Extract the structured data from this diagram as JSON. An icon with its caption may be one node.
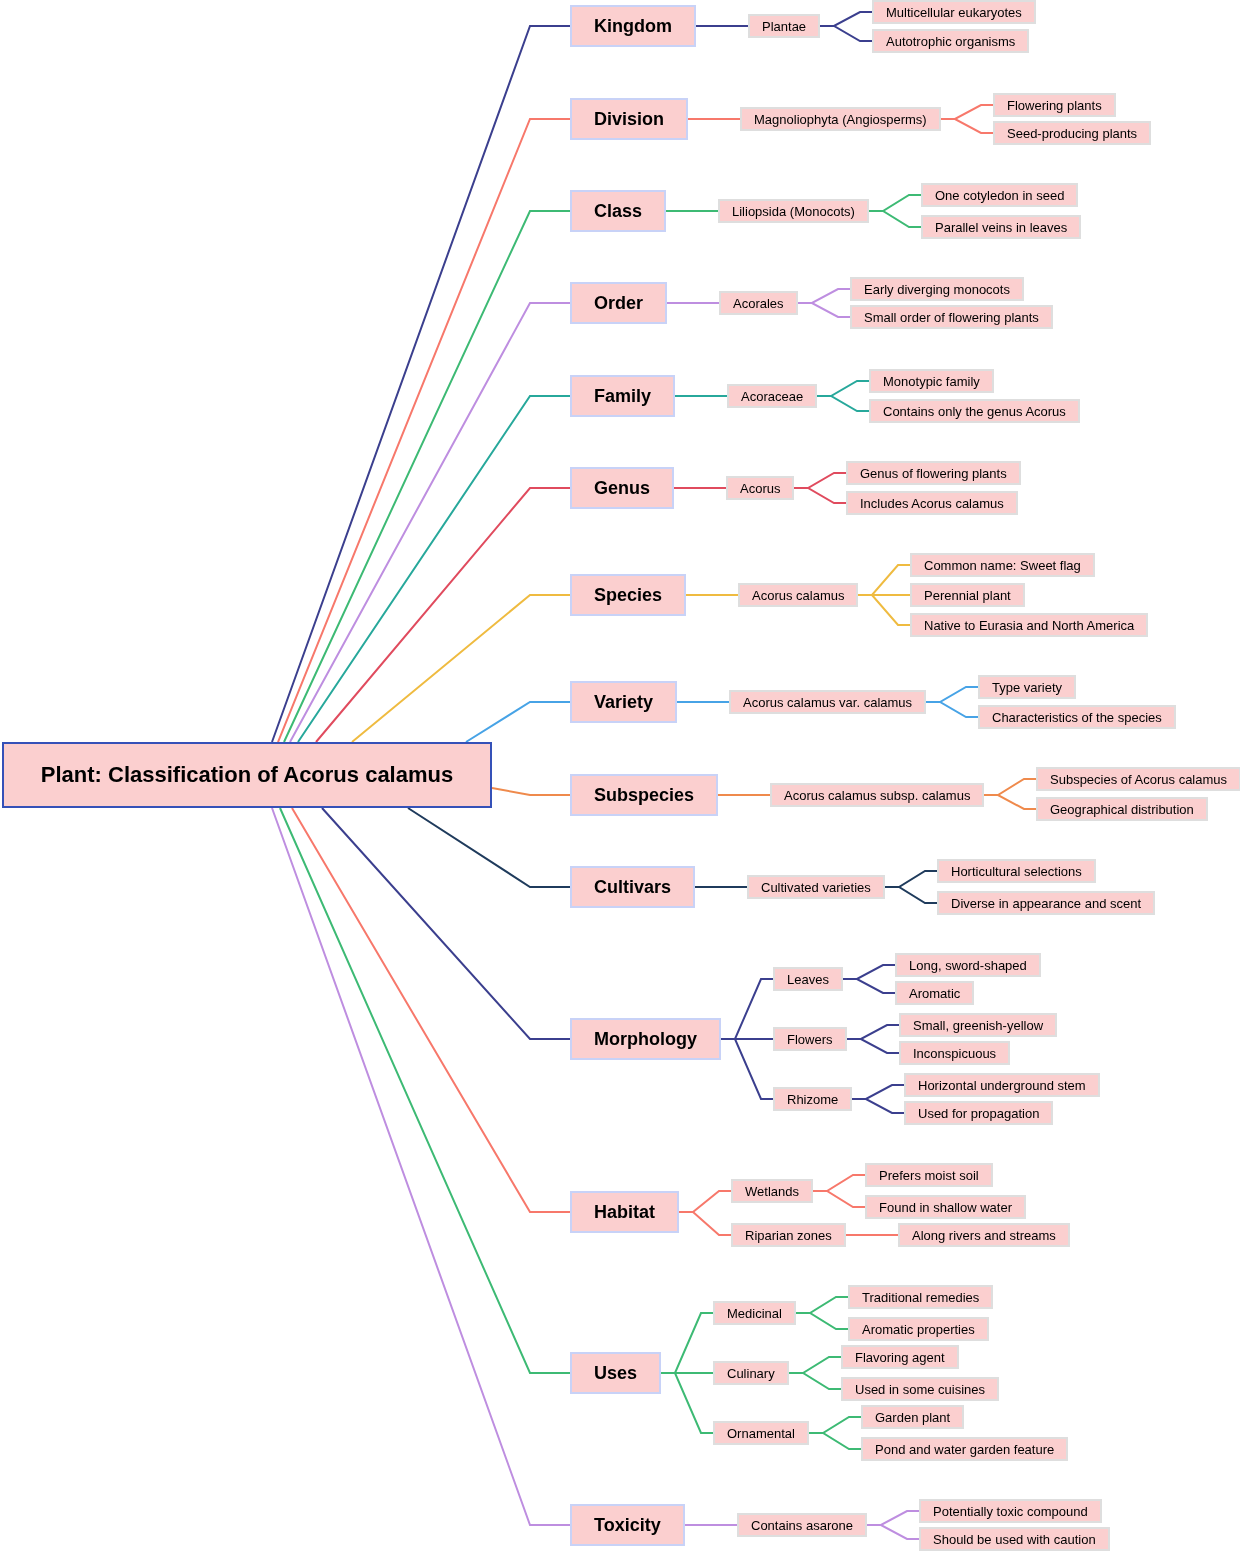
{
  "diagram": {
    "nodes": [
      {
        "text": [
          "Plant: Classification of Acorus calamus"
        ]
      },
      {
        "text": [
          "Kingdom"
        ]
      },
      {
        "text": [
          "Plantae"
        ]
      },
      {
        "text": [
          "Multicellular eukaryotes"
        ]
      },
      {
        "text": [
          "Autotrophic organisms"
        ]
      },
      {
        "text": [
          "Division"
        ]
      },
      {
        "text": [
          "Magnoliophyta (Angiosperms)"
        ]
      },
      {
        "text": [
          "Flowering plants"
        ]
      },
      {
        "text": [
          "Seed-producing plants"
        ]
      },
      {
        "text": [
          "Class"
        ]
      },
      {
        "text": [
          "Liliopsida (Monocots)"
        ]
      },
      {
        "text": [
          "One cotyledon in seed"
        ]
      },
      {
        "text": [
          "Parallel veins in leaves"
        ]
      },
      {
        "text": [
          "Order"
        ]
      },
      {
        "text": [
          "Acorales"
        ]
      },
      {
        "text": [
          "Early diverging monocots"
        ]
      },
      {
        "text": [
          "Small order of flowering plants"
        ]
      },
      {
        "text": [
          "Family"
        ]
      },
      {
        "text": [
          "Acoraceae"
        ]
      },
      {
        "text": [
          "Monotypic family"
        ]
      },
      {
        "text": [
          "Contains only the genus Acorus"
        ]
      },
      {
        "text": [
          "Genus"
        ]
      },
      {
        "text": [
          "Acorus"
        ]
      },
      {
        "text": [
          "Genus of flowering plants"
        ]
      },
      {
        "text": [
          "Includes Acorus calamus"
        ]
      },
      {
        "text": [
          "Species"
        ]
      },
      {
        "text": [
          "Acorus calamus"
        ]
      },
      {
        "text": [
          "Common name: Sweet flag"
        ]
      },
      {
        "text": [
          "Perennial plant"
        ]
      },
      {
        "text": [
          "Native to Eurasia and North America"
        ]
      },
      {
        "text": [
          "Variety"
        ]
      },
      {
        "text": [
          "Acorus calamus var. calamus"
        ]
      },
      {
        "text": [
          "Type variety"
        ]
      },
      {
        "text": [
          "Characteristics of the species"
        ]
      },
      {
        "text": [
          "Subspecies"
        ]
      },
      {
        "text": [
          "Acorus calamus subsp. calamus"
        ]
      },
      {
        "text": [
          "Subspecies of Acorus calamus"
        ]
      },
      {
        "text": [
          "Geographical distribution"
        ]
      },
      {
        "text": [
          "Cultivars"
        ]
      },
      {
        "text": [
          "Cultivated varieties"
        ]
      },
      {
        "text": [
          "Horticultural selections"
        ]
      },
      {
        "text": [
          "Diverse in appearance and scent"
        ]
      },
      {
        "text": [
          "Morphology"
        ]
      },
      {
        "text": [
          "Leaves"
        ]
      },
      {
        "text": [
          "Long, sword-shaped"
        ]
      },
      {
        "text": [
          "Aromatic"
        ]
      },
      {
        "text": [
          "Flowers"
        ]
      },
      {
        "text": [
          "Small, greenish-yellow"
        ]
      },
      {
        "text": [
          "Inconspicuous"
        ]
      },
      {
        "text": [
          "Rhizome"
        ]
      },
      {
        "text": [
          "Horizontal underground stem"
        ]
      },
      {
        "text": [
          "Used for propagation"
        ]
      },
      {
        "text": [
          "Habitat"
        ]
      },
      {
        "text": [
          "Wetlands"
        ]
      },
      {
        "text": [
          "Prefers moist soil"
        ]
      },
      {
        "text": [
          "Found in shallow water"
        ]
      },
      {
        "text": [
          "Riparian zones"
        ]
      },
      {
        "text": [
          "Along rivers and streams"
        ]
      },
      {
        "text": [
          "Uses"
        ]
      },
      {
        "text": [
          "Medicinal"
        ]
      },
      {
        "text": [
          "Traditional remedies"
        ]
      },
      {
        "text": [
          "Aromatic properties"
        ]
      },
      {
        "text": [
          "Culinary"
        ]
      },
      {
        "text": [
          "Flavoring agent"
        ]
      },
      {
        "text": [
          "Used in some cuisines"
        ]
      },
      {
        "text": [
          "Ornamental"
        ]
      },
      {
        "text": [
          "Garden plant"
        ]
      },
      {
        "text": [
          "Pond and water garden feature"
        ]
      },
      {
        "text": [
          "Toxicity"
        ]
      },
      {
        "text": [
          "Contains asarone"
        ]
      },
      {
        "text": [
          "Potentially toxic compound"
        ]
      },
      {
        "text": [
          "Should be used with caution"
        ]
      }
    ],
    "edges": [
      {
        "from": 0,
        "to": 1,
        "arrow": "none",
        "color": "#3b3f8e"
      },
      {
        "from": 1,
        "to": 2,
        "arrow": "none",
        "color": "#3b3f8e"
      },
      {
        "from": 2,
        "to": 3,
        "arrow": "none",
        "color": "#3b3f8e"
      },
      {
        "from": 2,
        "to": 4,
        "arrow": "none",
        "color": "#3b3f8e"
      },
      {
        "from": 0,
        "to": 5,
        "arrow": "none",
        "color": "#f7786b"
      },
      {
        "from": 5,
        "to": 6,
        "arrow": "none",
        "color": "#f7786b"
      },
      {
        "from": 6,
        "to": 7,
        "arrow": "none",
        "color": "#f7786b"
      },
      {
        "from": 6,
        "to": 8,
        "arrow": "none",
        "color": "#f7786b"
      },
      {
        "from": 0,
        "to": 9,
        "arrow": "none",
        "color": "#3dba74"
      },
      {
        "from": 9,
        "to": 10,
        "arrow": "none",
        "color": "#3dba74"
      },
      {
        "from": 10,
        "to": 11,
        "arrow": "none",
        "color": "#3dba74"
      },
      {
        "from": 10,
        "to": 12,
        "arrow": "none",
        "color": "#3dba74"
      },
      {
        "from": 0,
        "to": 13,
        "arrow": "none",
        "color": "#be8ee0"
      },
      {
        "from": 13,
        "to": 14,
        "arrow": "none",
        "color": "#be8ee0"
      },
      {
        "from": 14,
        "to": 15,
        "arrow": "none",
        "color": "#be8ee0"
      },
      {
        "from": 14,
        "to": 16,
        "arrow": "none",
        "color": "#be8ee0"
      },
      {
        "from": 0,
        "to": 17,
        "arrow": "none",
        "color": "#27a89b"
      },
      {
        "from": 17,
        "to": 18,
        "arrow": "none",
        "color": "#27a89b"
      },
      {
        "from": 18,
        "to": 19,
        "arrow": "none",
        "color": "#27a89b"
      },
      {
        "from": 18,
        "to": 20,
        "arrow": "none",
        "color": "#27a89b"
      },
      {
        "from": 0,
        "to": 21,
        "arrow": "none",
        "color": "#e04b5e"
      },
      {
        "from": 21,
        "to": 22,
        "arrow": "none",
        "color": "#e04b5e"
      },
      {
        "from": 22,
        "to": 23,
        "arrow": "none",
        "color": "#e04b5e"
      },
      {
        "from": 22,
        "to": 24,
        "arrow": "none",
        "color": "#e04b5e"
      },
      {
        "from": 0,
        "to": 25,
        "arrow": "none",
        "color": "#efbb40"
      },
      {
        "from": 25,
        "to": 26,
        "arrow": "none",
        "color": "#efbb40"
      },
      {
        "from": 26,
        "to": 27,
        "arrow": "none",
        "color": "#efbb40"
      },
      {
        "from": 26,
        "to": 28,
        "arrow": "none",
        "color": "#efbb40"
      },
      {
        "from": 26,
        "to": 29,
        "arrow": "none",
        "color": "#efbb40"
      },
      {
        "from": 0,
        "to": 30,
        "arrow": "none",
        "color": "#47a3e6"
      },
      {
        "from": 30,
        "to": 31,
        "arrow": "none",
        "color": "#47a3e6"
      },
      {
        "from": 31,
        "to": 32,
        "arrow": "none",
        "color": "#47a3e6"
      },
      {
        "from": 31,
        "to": 33,
        "arrow": "none",
        "color": "#47a3e6"
      },
      {
        "from": 0,
        "to": 34,
        "arrow": "none",
        "color": "#ef8a4c"
      },
      {
        "from": 34,
        "to": 35,
        "arrow": "none",
        "color": "#ef8a4c"
      },
      {
        "from": 35,
        "to": 36,
        "arrow": "none",
        "color": "#ef8a4c"
      },
      {
        "from": 35,
        "to": 37,
        "arrow": "none",
        "color": "#ef8a4c"
      },
      {
        "from": 0,
        "to": 38,
        "arrow": "none",
        "color": "#1f3b5c"
      },
      {
        "from": 38,
        "to": 39,
        "arrow": "none",
        "color": "#1f3b5c"
      },
      {
        "from": 39,
        "to": 40,
        "arrow": "none",
        "color": "#1f3b5c"
      },
      {
        "from": 39,
        "to": 41,
        "arrow": "none",
        "color": "#1f3b5c"
      },
      {
        "from": 0,
        "to": 42,
        "arrow": "none",
        "color": "#3b3f8e"
      },
      {
        "from": 42,
        "to": 43,
        "arrow": "none",
        "color": "#3b3f8e"
      },
      {
        "from": 43,
        "to": 44,
        "arrow": "none",
        "color": "#3b3f8e"
      },
      {
        "from": 43,
        "to": 45,
        "arrow": "none",
        "color": "#3b3f8e"
      },
      {
        "from": 42,
        "to": 46,
        "arrow": "none",
        "color": "#3b3f8e"
      },
      {
        "from": 46,
        "to": 47,
        "arrow": "none",
        "color": "#3b3f8e"
      },
      {
        "from": 46,
        "to": 48,
        "arrow": "none",
        "color": "#3b3f8e"
      },
      {
        "from": 42,
        "to": 49,
        "arrow": "none",
        "color": "#3b3f8e"
      },
      {
        "from": 49,
        "to": 50,
        "arrow": "none",
        "color": "#3b3f8e"
      },
      {
        "from": 49,
        "to": 51,
        "arrow": "none",
        "color": "#3b3f8e"
      },
      {
        "from": 0,
        "to": 52,
        "arrow": "none",
        "color": "#f7786b"
      },
      {
        "from": 52,
        "to": 53,
        "arrow": "none",
        "color": "#f7786b"
      },
      {
        "from": 53,
        "to": 54,
        "arrow": "none",
        "color": "#f7786b"
      },
      {
        "from": 53,
        "to": 55,
        "arrow": "none",
        "color": "#f7786b"
      },
      {
        "from": 52,
        "to": 56,
        "arrow": "none",
        "color": "#f7786b"
      },
      {
        "from": 56,
        "to": 57,
        "arrow": "none",
        "color": "#f7786b"
      },
      {
        "from": 0,
        "to": 58,
        "arrow": "none",
        "color": "#3dba74"
      },
      {
        "from": 58,
        "to": 59,
        "arrow": "none",
        "color": "#3dba74"
      },
      {
        "from": 59,
        "to": 60,
        "arrow": "none",
        "color": "#3dba74"
      },
      {
        "from": 59,
        "to": 61,
        "arrow": "none",
        "color": "#3dba74"
      },
      {
        "from": 58,
        "to": 62,
        "arrow": "none",
        "color": "#3dba74"
      },
      {
        "from": 62,
        "to": 63,
        "arrow": "none",
        "color": "#3dba74"
      },
      {
        "from": 62,
        "to": 64,
        "arrow": "none",
        "color": "#3dba74"
      },
      {
        "from": 58,
        "to": 65,
        "arrow": "none",
        "color": "#3dba74"
      },
      {
        "from": 65,
        "to": 66,
        "arrow": "none",
        "color": "#3dba74"
      },
      {
        "from": 65,
        "to": 67,
        "arrow": "none",
        "color": "#3dba74"
      },
      {
        "from": 0,
        "to": 68,
        "arrow": "none",
        "color": "#be8ee0"
      },
      {
        "from": 68,
        "to": 69,
        "arrow": "none",
        "color": "#be8ee0"
      },
      {
        "from": 69,
        "to": 70,
        "arrow": "none",
        "color": "#be8ee0"
      },
      {
        "from": 69,
        "to": 71,
        "arrow": "none",
        "color": "#be8ee0"
      }
    ]
  }
}
